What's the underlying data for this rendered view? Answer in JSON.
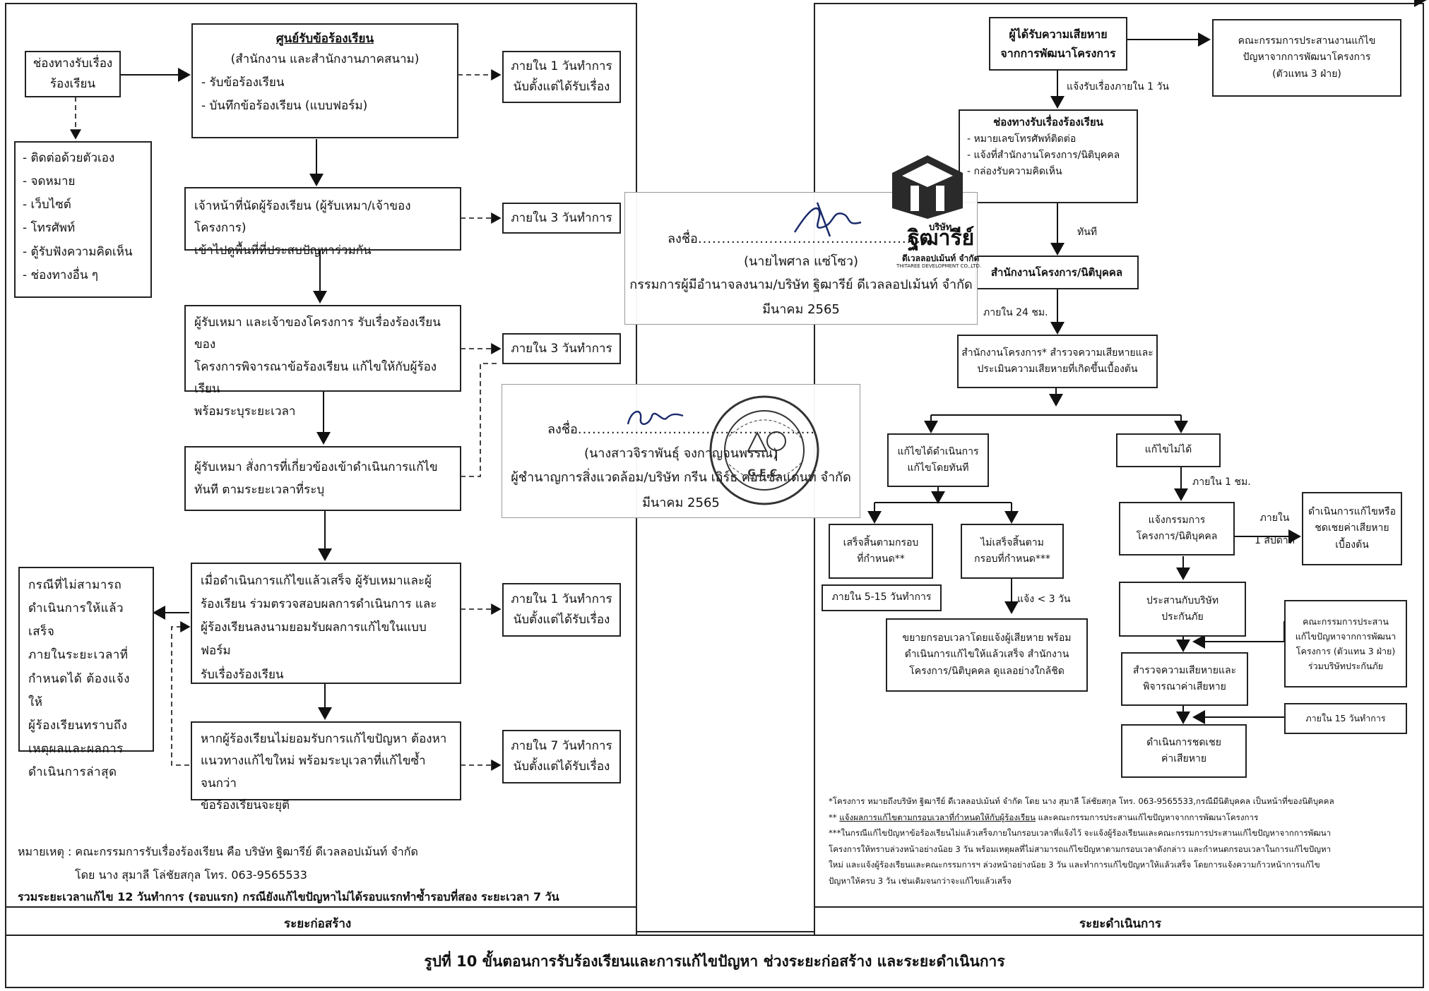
{
  "pre": {
    "channels_box": [
      "ช่องทางรับเรื่อง",
      "ร้องเรียน"
    ],
    "channels_list": [
      "- ติดต่อด้วยตัวเอง",
      "- จดหมาย",
      "- เว็บไซต์",
      "- โทรศัพท์",
      "- ตู้รับฟังความคิดเห็น",
      "- ช่องทางอื่น ๆ"
    ],
    "center": {
      "title": "ศูนย์รับข้อร้องเรียน",
      "sub": "(สำนักงาน และสำนักงานภาคสนาม)",
      "items": [
        "- รับข้อร้องเรียน",
        "- บันทึกข้อร้องเรียน (แบบฟอร์ม)"
      ]
    },
    "time1": [
      "ภายใน 1 วันทำการ",
      "นับตั้งแต่ได้รับเรื่อง"
    ],
    "step2": [
      "เจ้าหน้าที่นัดผู้ร้องเรียน (ผู้รับเหมา/เจ้าของโครงการ)",
      "เข้าไปดูพื้นที่ที่ประสบปัญหาร่วมกัน"
    ],
    "time2": "ภายใน 3 วันทำการ",
    "step3": [
      "ผู้รับเหมา และเจ้าของโครงการ รับเรื่องร้องเรียนของ",
      "โครงการพิจารณาข้อร้องเรียน แก้ไขให้กับผู้ร้องเรียน",
      "พร้อมระบุระยะเวลา"
    ],
    "time3": "ภายใน 3 วันทำการ",
    "step4": [
      "ผู้รับเหมา สั่งการที่เกี่ยวข้องเข้าดำเนินการแก้ไข",
      "ทันที ตามระยะเวลาที่ระบุ"
    ],
    "step5": [
      "เมื่อดำเนินการแก้ไขแล้วเสร็จ ผู้รับเหมาและผู้",
      "ร้องเรียน ร่วมตรวจสอบผลการดำเนินการ และ",
      "ผู้ร้องเรียนลงนามยอมรับผลการแก้ไขในแบบฟอร์ม",
      "รับเรื่องร้องเรียน"
    ],
    "time5": [
      "ภายใน 1 วันทำการ",
      "นับตั้งแต่ได้รับเรื่อง"
    ],
    "case_box": [
      "กรณีที่ไม่สามารถ",
      "ดำเนินการให้แล้วเสร็จ",
      "ภายในระยะเวลาที่",
      "กำหนดได้ ต้องแจ้งให้",
      "ผู้ร้องเรียนทราบถึง",
      "เหตุผลและผลการ",
      "ดำเนินการล่าสุด"
    ],
    "step6": [
      "หากผู้ร้องเรียนไม่ยอมรับการแก้ไขปัญหา ต้องหา",
      "แนวทางแก้ไขใหม่ พร้อมระบุเวลาที่แก้ไขซ้ำ จนกว่า",
      "ข้อร้องเรียนจะยุติ"
    ],
    "time6": [
      "ภายใน 7 วันทำการ",
      "นับตั้งแต่ได้รับเรื่อง"
    ],
    "note1": "หมายเหตุ : คณะกรรมการรับเรื่องร้องเรียน คือ บริษัท ฐิฒารีย์ ดีเวลลอปเม้นท์ จำกัด",
    "note2": "โดย นาง สุมาลี  โล่ชัยสกุล  โทร. 063-9565533",
    "note3": "รวมระยะเวลาแก้ไข 12 วันทำการ (รอบแรก) กรณียังแก้ไขปัญหาไม่ได้รอบแรกทำซ้ำรอบที่สอง ระยะเวลา 7 วัน",
    "footer": "ระยะก่อสร้าง"
  },
  "op": {
    "affected": [
      "ผู้ได้รับความเสียหาย",
      "จากการพัฒนาโครงการ"
    ],
    "committee_top": [
      "คณะกรรมการประสานงานแก้ไข",
      "ปัญหาจากการพัฒนาโครงการ",
      "(ตัวแทน 3 ฝ่าย)"
    ],
    "notify1": "แจ้งรับเรื่องภายใน 1 วัน",
    "channels_title": "ช่องทางรับเรื่องร้องเรียน",
    "channels_items": [
      "- หมายเลขโทรศัพท์ติดต่อ",
      "- แจ้งที่สำนักงานโครงการ/นิติบุคคล",
      "- กล่องรับความคิดเห็น"
    ],
    "immediate": "ทันที",
    "office": "สำนักงานโครงการ/นิติบุคคล",
    "within24": "ภายใน 24 ชม.",
    "survey": [
      "สำนักงานโครงการ* สำรวจความเสียหายและ",
      "ประเมินความเสียหายที่เกิดขึ้นเบื้องต้น"
    ],
    "can_fix": [
      "แก้ไขได้ดำเนินการ",
      "แก้ไขโดยทันที"
    ],
    "cannot_fix": "แก้ไขไม่ได้",
    "done": [
      "เสร็จสิ้นตามกรอบ",
      "ที่กำหนด**"
    ],
    "not_done": [
      "ไม่เสร็จสิ้นตาม",
      "กรอบที่กำหนด***"
    ],
    "within_5_15": "ภายใน 5-15 วันทำการ",
    "notify3": "แจ้ง < 3 วัน",
    "extend": [
      "ขยายกรอบเวลาโดยแจ้งผู้เสียหาย พร้อม",
      "ดำเนินการแก้ไขให้แล้วเสร็จ สำนักงาน",
      "โครงการ/นิติบุคคล ดูแลอย่างใกล้ชิด"
    ],
    "within1h": "ภายใน 1 ชม.",
    "inform_committee": [
      "แจ้งกรรมการ",
      "โครงการ/นิติบุคคล"
    ],
    "within_week": [
      "ภายใน",
      "1 สัปดาห์"
    ],
    "initial_fix": [
      "ดำเนินการแก้ไขหรือ",
      "ชดเชยค่าเสียหาย",
      "เบื้องต้น"
    ],
    "insurance": [
      "ประสานกับบริษัท",
      "ประกันภัย"
    ],
    "committee_mid": [
      "คณะกรรมการประสาน",
      "แก้ไขปัญหาจากการพัฒนา",
      "โครงการ (ตัวแทน 3 ฝ่าย)",
      "ร่วมบริษัทประกันภัย"
    ],
    "assess": [
      "สำรวจความเสียหายและ",
      "พิจารณาค่าเสียหาย"
    ],
    "within15": "ภายใน 15 วันทำการ",
    "compensate": [
      "ดำเนินการชดเชย",
      "ค่าเสียหาย"
    ],
    "foot1": "*โครงการ หมายถึงบริษัท ฐิฒารีย์ ดีเวลลอปเม้นท์ จำกัด โดย นาง สุมาลี โล่ชัยสกุล โทร. 063-9565533,กรณีมีนิติบุคคล เป็นหน้าที่ของนิติบุคคล",
    "foot2a": "** ",
    "foot2b": "แจ้งผลการแก้ไขตามกรอบเวลาที่กำหนดให้กับผู้ร้องเรียน",
    "foot2c": " และคณะกรรมการประสานแก้ไขปัญหาจากการพัฒนาโครงการ",
    "foot3a": "***ในกรณีแก้ไขปัญหาข้อร้องเรียนไม่แล้วเสร็จภายในกรอบเวลาที่แจ้งไว้ จะแจ้งผู้ร้องเรียนและคณะกรรมการประสานแก้ไขปัญหาจากการพัฒนา",
    "foot3b": "โครงการให้ทราบล่วงหน้าอย่างน้อย 3 วัน พร้อมเหตุผลที่ไม่สามารถแก้ไขปัญหาตามกรอบเวลาดังกล่าว และกำหนดกรอบเวลาในการแก้ไขปัญหา",
    "foot3c": "ใหม่ และแจ้งผู้ร้องเรียนและคณะกรรมการฯ ล่วงหน้าอย่างน้อย 3 วัน และทำการแก้ไขปัญหาให้แล้วเสร็จ โดยการแจ้งความก้าวหน้าการแก้ไข",
    "foot3d": "ปัญหาให้ครบ 3 วัน เช่นเดิมจนกว่าจะแก้ไขแล้วเสร็จ",
    "footer": "ระยะดำเนินการ"
  },
  "sign1": {
    "label": "ลงชื่อ",
    "name": "(นายไพศาล  แซ่โซว)",
    "position": "กรรมการผู้มีอำนาจลงนาม/บริษัท ฐิฒารีย์ ดีเวลลอปเม้นท์ จำกัด",
    "date": "มีนาคม 2565",
    "logo_text": "บริษัท",
    "logo_name": "ฐิฒารีย์",
    "logo_sub": "ดีเวลลอปเม้นท์ จำกัด",
    "logo_en": "THITAREE DEVELOPMENT CO.,LTD."
  },
  "sign2": {
    "label": "ลงชื่อ",
    "name": "(นางสาวจิราพันธุ์ จงกาญจนพรรณ)",
    "position": "ผู้ชำนาญการสิ่งแวดล้อม/บริษัท กรีน เอิร์ธ คอนซัลแตนท์ จำกัด",
    "date": "มีนาคม 2565",
    "seal_center": "G.E.C."
  },
  "caption": "รูปที่ 10 ขั้นตอนการรับร้องเรียนและการแก้ไขปัญหา ช่วงระยะก่อสร้าง และระยะดำเนินการ"
}
